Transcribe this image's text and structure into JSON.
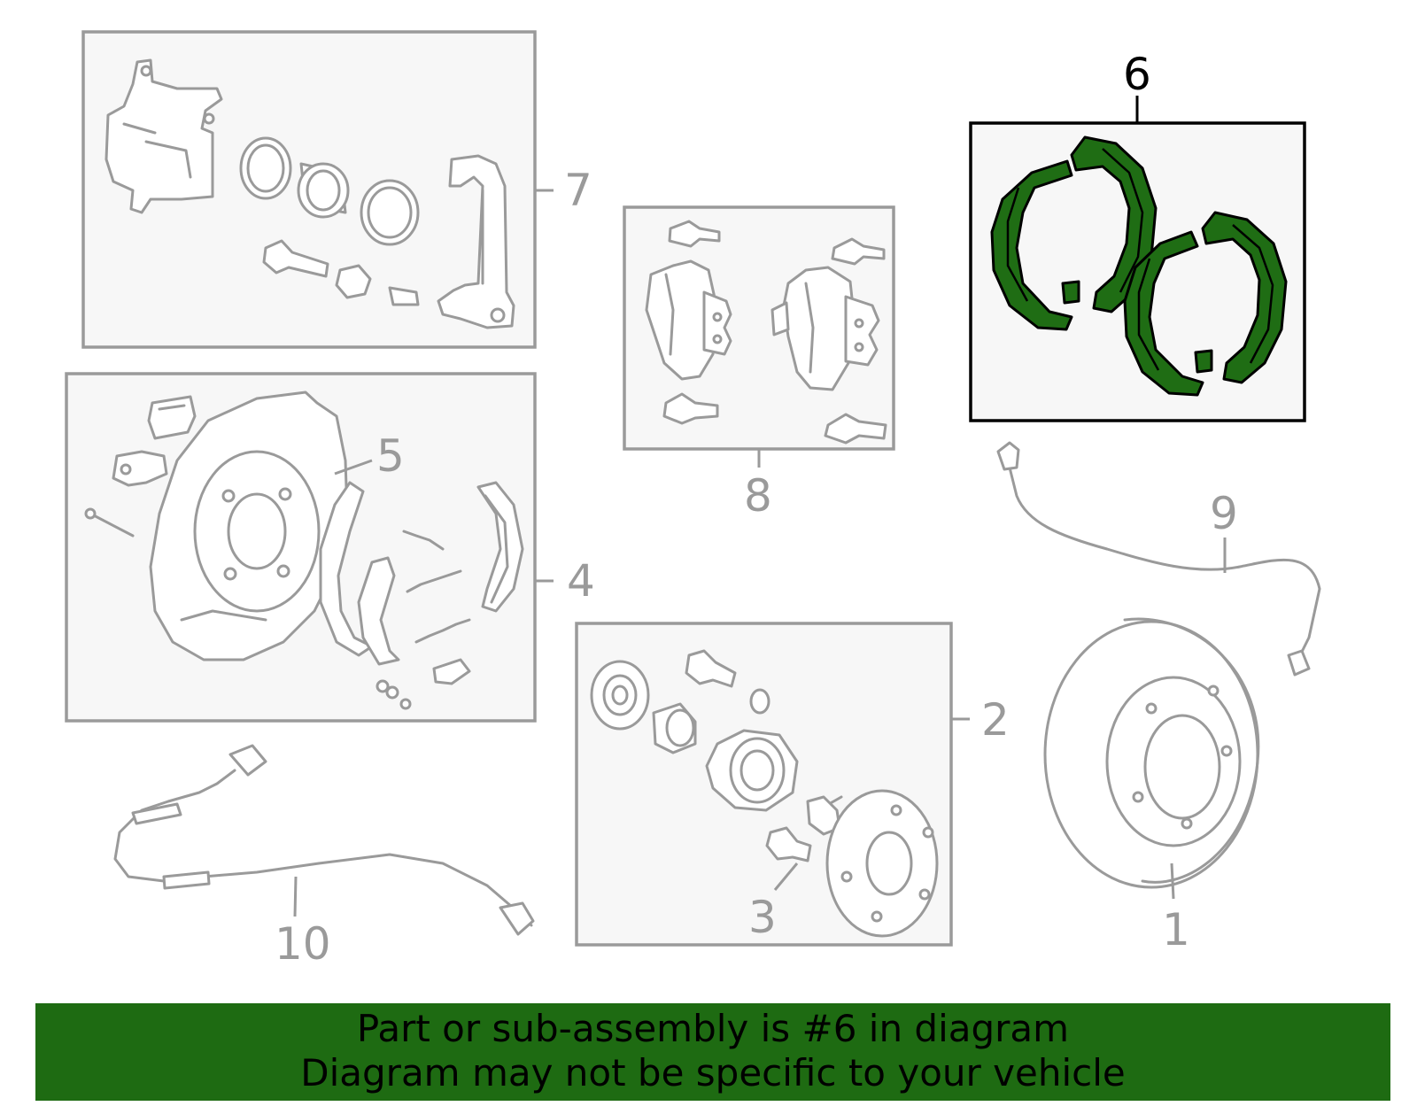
{
  "colors": {
    "highlight_green": "#1e6b12",
    "part_gray": "#9a9a9a",
    "box_fill": "#f7f7f7"
  },
  "callouts": {
    "c1": "1",
    "c2": "2",
    "c3": "3",
    "c4": "4",
    "c5": "5",
    "c6": "6",
    "c7": "7",
    "c8": "8",
    "c9": "9",
    "c10": "10"
  },
  "highlighted_part": "6",
  "banner": {
    "line1": "Part or sub-assembly is #6 in diagram",
    "line2": "Diagram may not be specific to your vehicle"
  }
}
